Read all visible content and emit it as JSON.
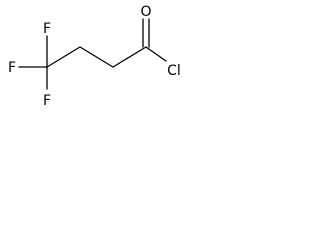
{
  "molecule": {
    "atoms": {
      "fluorine_1": "F",
      "fluorine_2": "F",
      "fluorine_3": "F",
      "oxygen": "O",
      "chlorine": "Cl"
    },
    "colors": {
      "bond": "#000000",
      "label": "#000000",
      "background": "#ffffff"
    }
  }
}
